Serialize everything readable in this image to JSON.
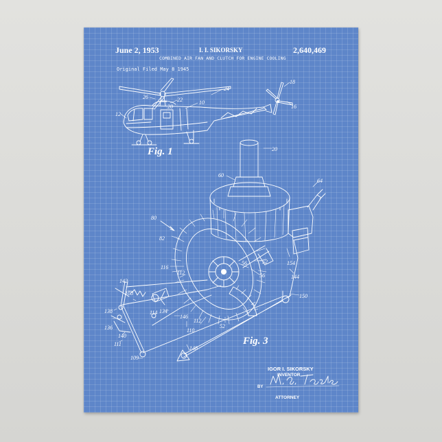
{
  "header": {
    "date": "June 2, 1953",
    "inventor_short": "I. I. SIKORSKY",
    "patent_number": "2,640,469"
  },
  "title": "COMBINED AIR FAN AND CLUTCH FOR ENGINE COOLING",
  "filed": "Original Filed May 8  1945",
  "figures": {
    "fig1": "Fig. 1",
    "fig3": "Fig. 3"
  },
  "signature": {
    "inventor_name": "IGOR I. SIKORSKY",
    "inventor_role": "INVENTOR",
    "by": "BY",
    "attorney_role": "ATTORNEY",
    "attorney_signature": "M. B. Tasker"
  },
  "reference_numerals": {
    "fig1": [
      "12",
      "26",
      "22",
      "20",
      "10",
      "24",
      "18",
      "16"
    ],
    "fig3": [
      "20",
      "60",
      "64",
      "80",
      "82",
      "116",
      "112",
      "56",
      "52",
      "154",
      "144",
      "150",
      "142",
      "108",
      "134",
      "146",
      "138",
      "136",
      "140",
      "111",
      "114",
      "110",
      "148",
      "109",
      "52"
    ]
  },
  "colors": {
    "blueprint": "#5e86c9",
    "line": "#ffffff",
    "wall": "#d9d9d6"
  }
}
